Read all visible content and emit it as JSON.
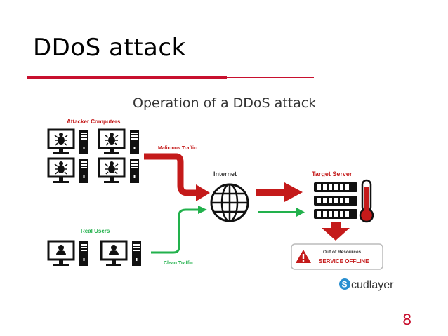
{
  "slide": {
    "title": "DDoS attack",
    "page_number": "8"
  },
  "diagram": {
    "title": "Operation of a DDoS attack",
    "attacker_label": "Attacker Computers",
    "malicious_label": "Malicious Traffic",
    "internet_label": "Internet",
    "target_label": "Target Server",
    "real_users_label": "Real Users",
    "clean_label": "Clean Traffic",
    "status_line1": "Out of Resources",
    "status_line2": "SERVICE OFFLINE",
    "brand": "cudlayer",
    "brand_initial": "S",
    "colors": {
      "attack": "#c41a1a",
      "clean": "#22b14c",
      "text": "#333333"
    },
    "icons": [
      "bug-icon",
      "user-icon",
      "globe-icon",
      "server-icon",
      "thermometer-icon",
      "warning-icon"
    ]
  }
}
